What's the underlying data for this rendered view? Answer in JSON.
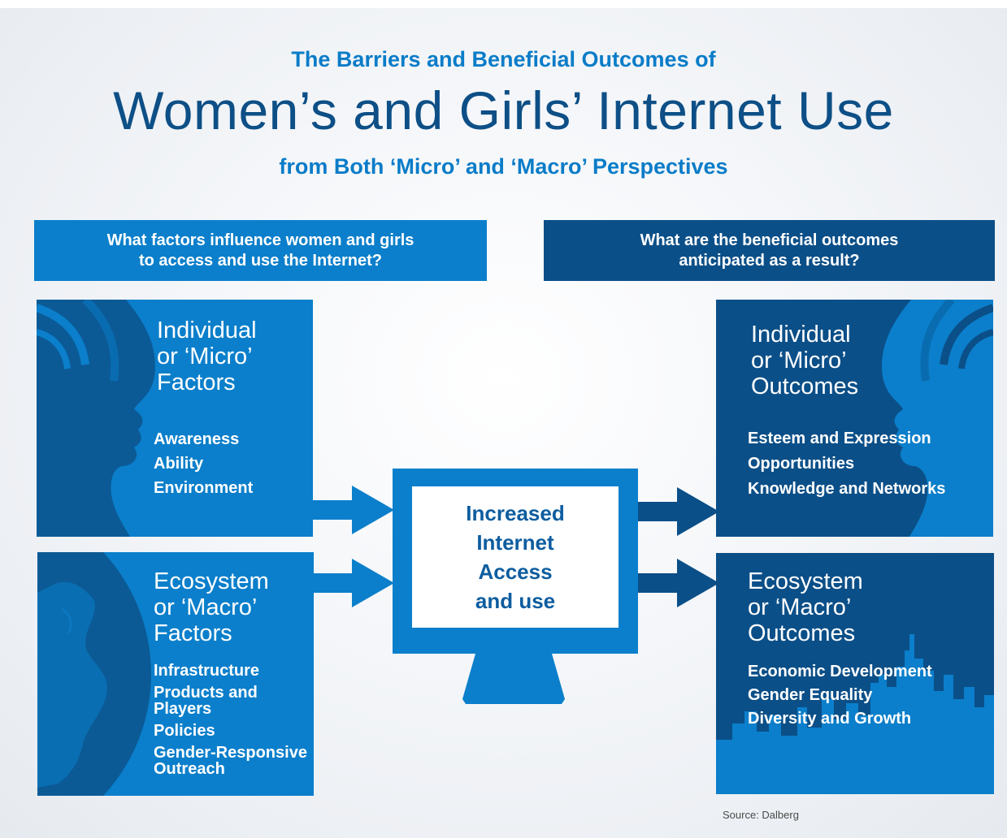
{
  "header": {
    "subtitle_top": "The Barriers and Beneficial Outcomes of",
    "title": "Women’s and Girls’ Internet Use",
    "subtitle_bottom": "from Both ‘Micro’ and ‘Macro’ Perspectives"
  },
  "questions": {
    "left": "What factors influence women and girls\nto access and use the Internet?",
    "right": "What are the beneficial outcomes\nanticipated as a result?"
  },
  "panels": {
    "micro_factors": {
      "title": "Individual\nor ‘Micro’\nFactors",
      "items": [
        "Awareness",
        "Ability",
        "Environment"
      ]
    },
    "macro_factors": {
      "title": "Ecosystem\nor ‘Macro’\nFactors",
      "items": [
        "Infrastructure",
        "Products and Players",
        "Policies",
        "Gender-Responsive Outreach"
      ]
    },
    "micro_outcomes": {
      "title": "Individual\nor ‘Micro’\nOutcomes",
      "items": [
        "Esteem and Expression",
        "Opportunities",
        "Knowledge and Networks"
      ]
    },
    "macro_outcomes": {
      "title": "Ecosystem\nor ‘Macro’\nOutcomes",
      "items": [
        "Economic Development",
        "Gender Equality",
        "Diversity and Growth"
      ]
    }
  },
  "center": {
    "text": "Increased\nInternet\nAccess\nand use"
  },
  "source": "Source: Dalberg",
  "colors": {
    "light_blue": "#0b7fcb",
    "dark_blue": "#0b4f88",
    "title_blue": "#0d4f86",
    "accent_blue": "#0a7cc8"
  }
}
